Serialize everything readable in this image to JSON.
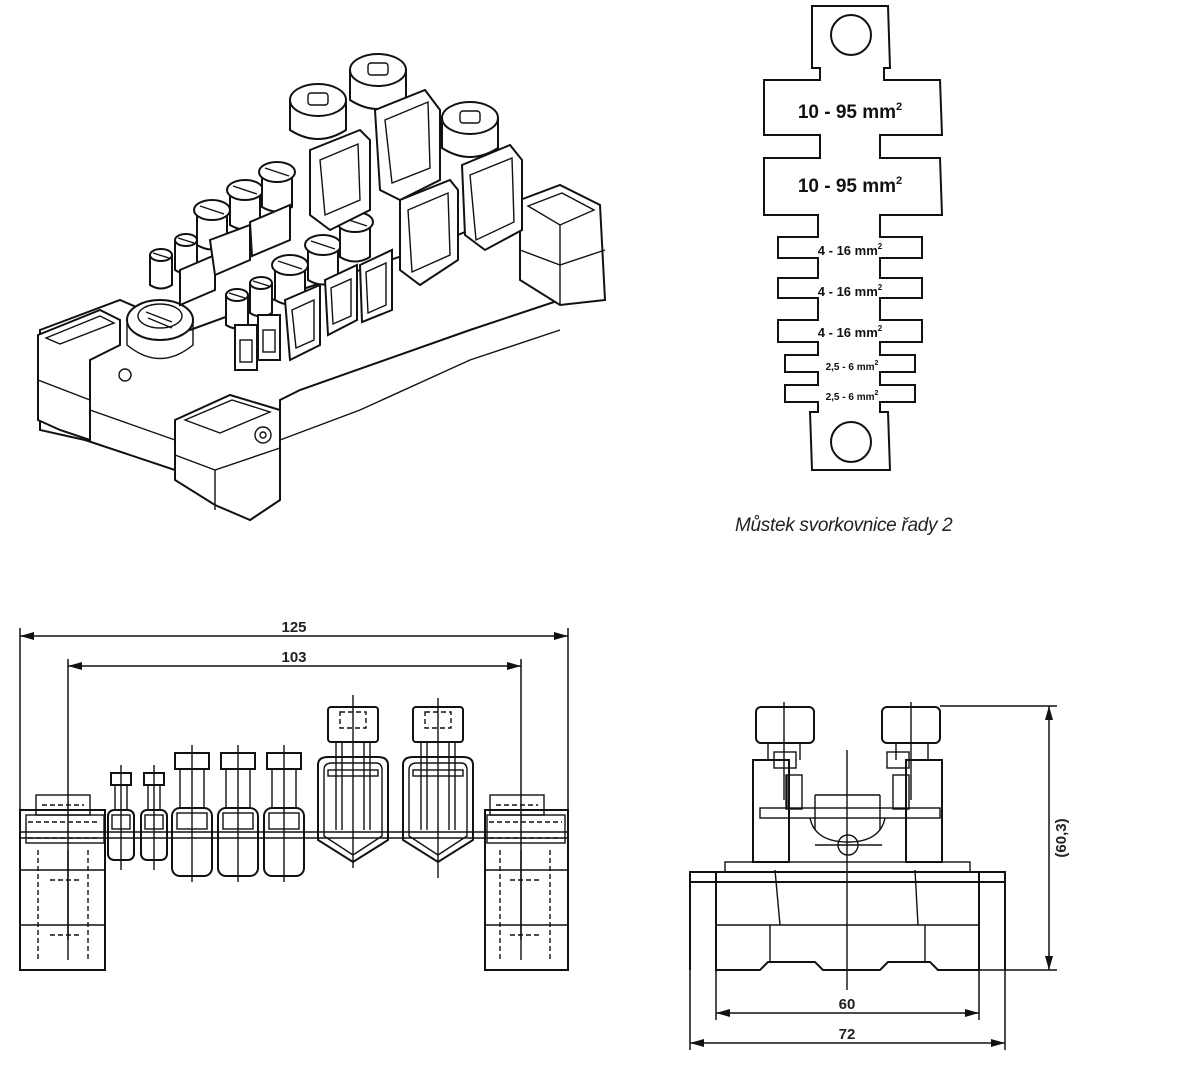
{
  "caption": "Můstek svorkovnice řady 2",
  "label_plate": {
    "slots": [
      {
        "text": "10 - 95 mm",
        "sup": "2"
      },
      {
        "text": "10 - 95 mm",
        "sup": "2"
      },
      {
        "text": "4 - 16 mm",
        "sup": "2"
      },
      {
        "text": "4 - 16 mm",
        "sup": "2"
      },
      {
        "text": "4 - 16 mm",
        "sup": "2"
      },
      {
        "text": "2,5 - 6 mm",
        "sup": "2"
      },
      {
        "text": "2,5 - 6 mm",
        "sup": "2"
      }
    ]
  },
  "front_view": {
    "dimensions": {
      "overall_width": "125",
      "mounting_distance": "103"
    }
  },
  "side_view": {
    "dimensions": {
      "height": "(60,3)",
      "inner_width": "60",
      "overall_width": "72"
    }
  }
}
